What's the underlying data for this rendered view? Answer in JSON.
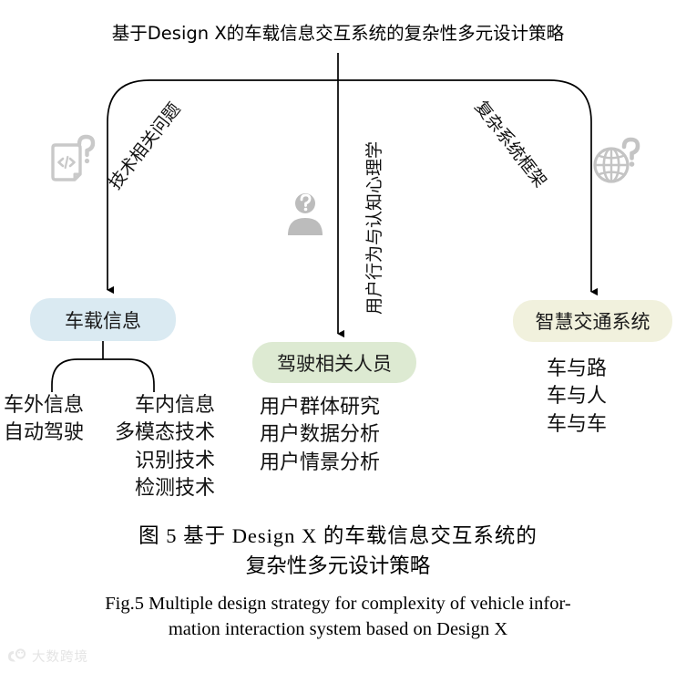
{
  "figure": {
    "root": {
      "title": "基于Design X的车载信息交互系统的复杂性多元设计策略"
    },
    "branches": [
      {
        "edge_label": "技术相关问题",
        "icon": "code-question-icon",
        "node": {
          "label": "车载信息",
          "color": "#daeaf2"
        },
        "leaf_columns": [
          {
            "items": [
              "车外信息",
              "自动驾驶"
            ]
          },
          {
            "items": [
              "车内信息",
              "多模态技术",
              "识别技术",
              "检测技术"
            ]
          }
        ]
      },
      {
        "edge_label": "用户行为与认知心理学",
        "icon": "person-question-icon",
        "node": {
          "label": "驾驶相关人员",
          "color": "#ddead2"
        },
        "leaf_columns": [
          {
            "items": [
              "用户群体研究",
              "用户数据分析",
              "用户情景分析"
            ]
          }
        ]
      },
      {
        "edge_label": "复杂系统框架",
        "icon": "globe-question-icon",
        "node": {
          "label": "智慧交通系统",
          "color": "#f1f1dd"
        },
        "leaf_columns": [
          {
            "items": [
              "车与路",
              "车与人",
              "车与车"
            ]
          }
        ]
      }
    ]
  },
  "caption": {
    "cn_line_1": "图 5    基于 Design X 的车载信息交互系统的",
    "cn_line_2": "复杂性多元设计策略",
    "en_line_1": "Fig.5 Multiple design strategy for complexity of vehicle infor-",
    "en_line_2": "mation interaction system based on Design X"
  },
  "watermark": {
    "text": "大数跨境",
    "color": "#e2e2e2"
  },
  "colors": {
    "line": "#000000",
    "icon_gray": "#c4c4c4",
    "background": "#ffffff"
  }
}
